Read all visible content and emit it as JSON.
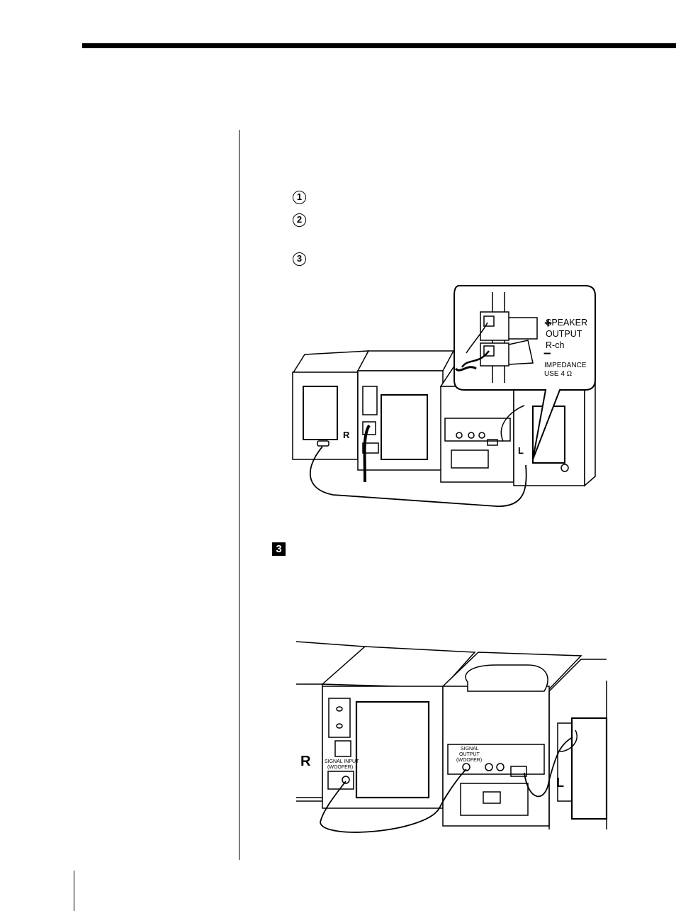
{
  "steps": {
    "s1": "1",
    "s2": "2",
    "s3": "3"
  },
  "section_badge": "3",
  "figure1": {
    "callout": {
      "line1": "SPEAKER",
      "line2": "OUTPUT",
      "line3": "R-ch",
      "line4": "IMPEDANCE",
      "line5": "USE 4 Ω",
      "plus": "+",
      "minus": "–"
    },
    "label_r": "R",
    "label_l": "L"
  },
  "figure2": {
    "label_r": "R",
    "label_l": "L",
    "signal_input_1": "SIGNAL INPUT",
    "signal_input_2": "(WOOFER)",
    "signal_output_1": "SIGNAL",
    "signal_output_2": "OUTPUT",
    "signal_output_3": "(WOOFER)"
  }
}
